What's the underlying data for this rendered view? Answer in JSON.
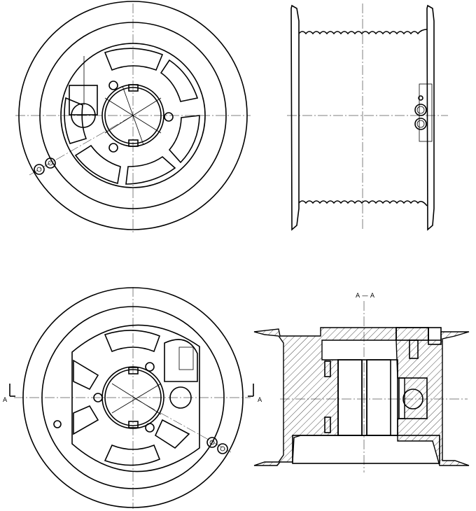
{
  "section_title": "A — A",
  "section_marker_left": "A",
  "section_marker_right": "A"
}
